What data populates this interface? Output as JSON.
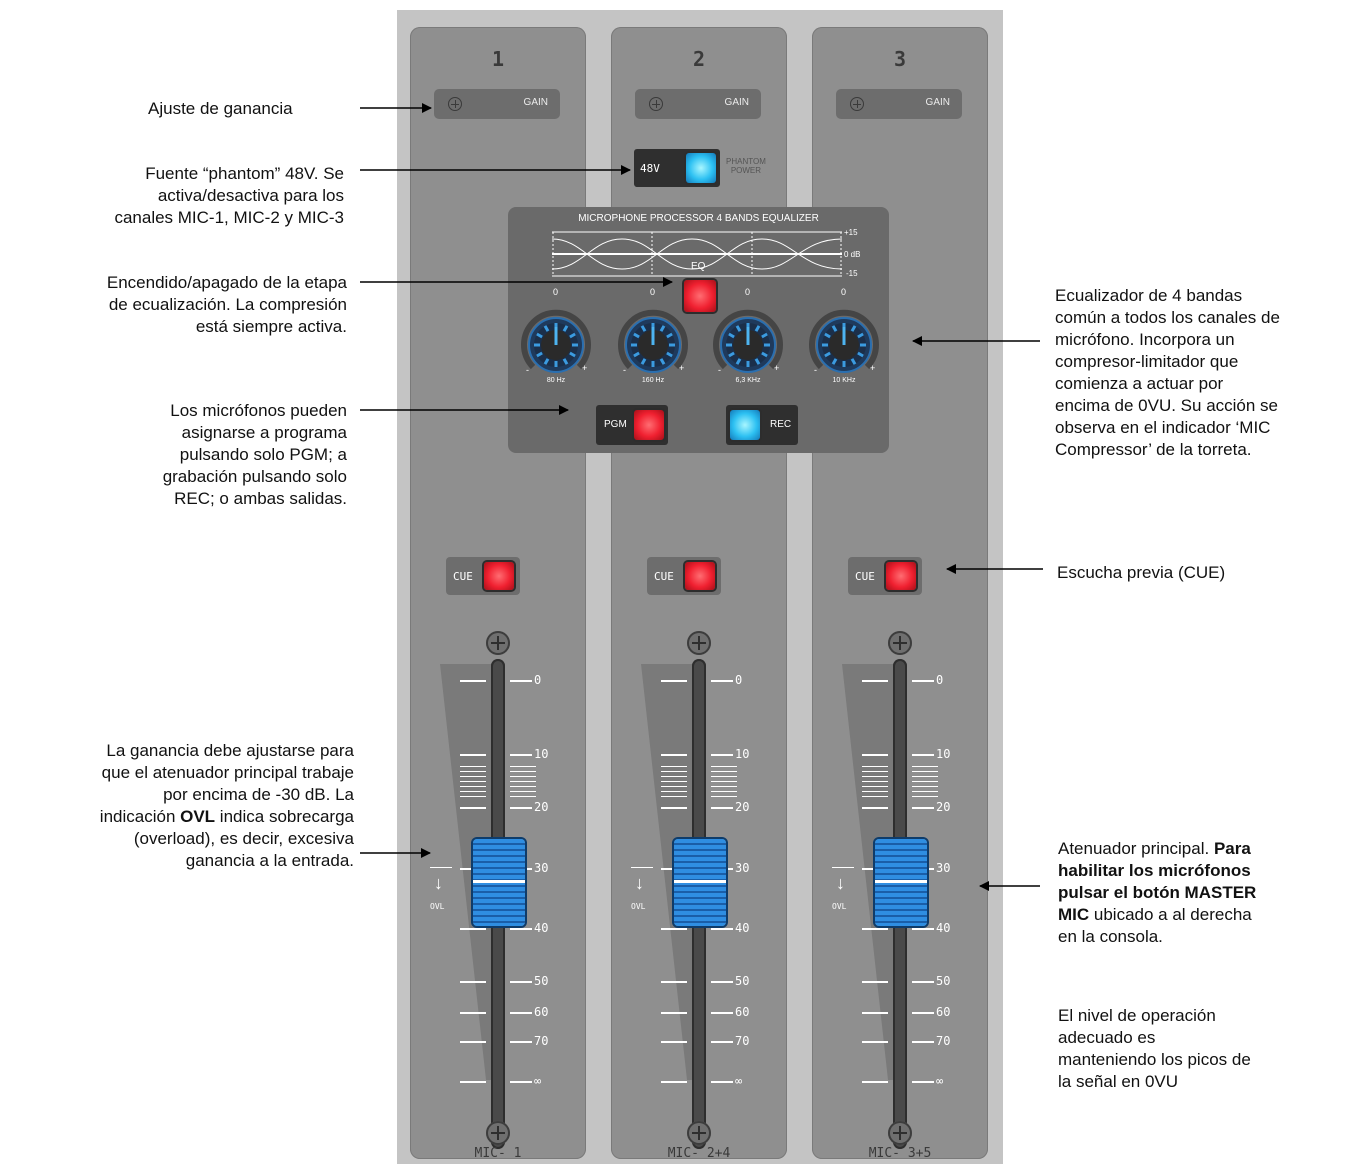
{
  "channels": [
    {
      "number": "1",
      "caption": "MIC- 1"
    },
    {
      "number": "2",
      "caption": "MIC- 2+4"
    },
    {
      "number": "3",
      "caption": "MIC- 3+5"
    }
  ],
  "gain_label": "GAIN",
  "cue_label": "CUE",
  "phantom": {
    "button": "48V",
    "caption_top": "PHANTOM",
    "caption_bottom": "POWER"
  },
  "eq": {
    "title": "MICROPHONE PROCESSOR 4 BANDS EQUALIZER",
    "db_top": "+15",
    "db_mid": "0 dB",
    "db_bottom": "-15",
    "eq_label": "EQ",
    "knob_zero": "0",
    "minus": "-",
    "plus": "+",
    "bands": [
      "80 Hz",
      "160 Hz",
      "6,3 KHz",
      "10 KHz"
    ],
    "pgm_label": "PGM",
    "rec_label": "REC"
  },
  "scale": {
    "s0": "0",
    "s10": "10",
    "s20": "20",
    "s30": "30",
    "s40": "40",
    "s50": "50",
    "s60": "60",
    "s70": "70",
    "sinf": "∞"
  },
  "ovl_label": "OVL",
  "annotations": {
    "gain": "Ajuste de ganancia",
    "phantom": [
      "Fuente “phantom” 48V. Se",
      "activa/desactiva para los",
      "canales MIC-1, MIC-2 y MIC-3"
    ],
    "eq_onoff": [
      "Encendido/apagado de la etapa",
      "de ecualización. La compresión",
      "está siempre activa."
    ],
    "assign": [
      "Los micrófonos pueden",
      "asignarse a programa",
      "pulsando solo PGM; a",
      "grabación pulsando solo",
      "REC; o ambas salidas."
    ],
    "gain_level": [
      "La ganancia debe ajustarse para",
      "que el atenuador principal trabaje",
      "por encima de  -30 dB. La"
    ],
    "ovl_pre": "indicación ",
    "ovl_bold": "OVL",
    "ovl_post": " indica sobrecarga",
    "gain_level_end": [
      "(overload), es decir, excesiva",
      "ganancia a la entrada."
    ],
    "equalizer": [
      "Ecualizador de 4 bandas",
      "común a todos los canales de",
      "micrófono. Incorpora un",
      "compresor-limitador que",
      "comienza a actuar por",
      "encima de 0VU. Su acción se",
      "observa en el indicador ‘MIC",
      "Compressor’ de la torreta."
    ],
    "cue": "Escucha previa (CUE)",
    "fader_pre": "Atenuador principal. ",
    "fader_bold_1": "Para",
    "fader_bold_2": "habilitar los micrófonos",
    "fader_bold_3": "pulsar el botón MASTER",
    "fader_bold_4": "MIC",
    "fader_post_4": " ubicado a al derecha",
    "fader_line5": "en la consola.",
    "operation": [
      "El nivel de operación",
      "adecuado es",
      "manteniendo los picos de",
      "la señal en 0VU"
    ]
  }
}
